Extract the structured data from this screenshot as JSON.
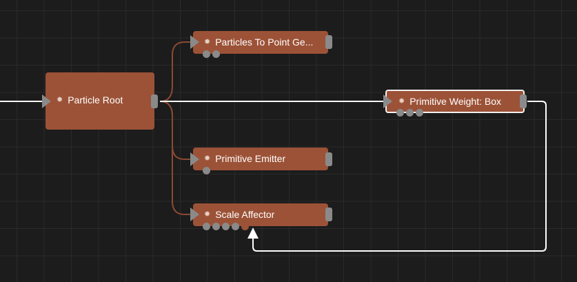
{
  "nodes": {
    "particle_root": {
      "title": "Particle Root"
    },
    "particles_to_point": {
      "title": "Particles To Point Ge..."
    },
    "primitive_weight_box": {
      "title": "Primitive Weight: Box"
    },
    "primitive_emitter": {
      "title": "Primitive Emitter"
    },
    "scale_affector": {
      "title": "Scale Affector"
    }
  },
  "icons": {
    "node": "gear-icon"
  },
  "colors": {
    "canvas_bg": "#1c1c1c",
    "grid_line": "#2a2a2a",
    "node_fill": "#9c5237",
    "wire_default": "#8a4a33",
    "wire_highlight": "#ffffff",
    "port": "#8a8a8a"
  }
}
